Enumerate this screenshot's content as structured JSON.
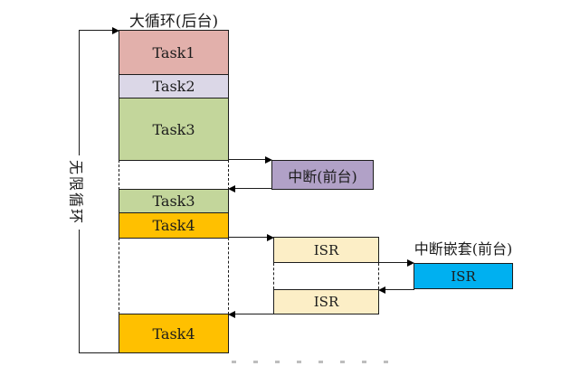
{
  "diagram": {
    "title": "大循环(后台)",
    "infinite_loop_label": "无限循环",
    "nested_interrupt_title": "中断嵌套(前台)",
    "background_tasks": {
      "task1": {
        "label": "Task1",
        "color": "#E2B0AB"
      },
      "task2": {
        "label": "Task2",
        "color": "#DBD7E7"
      },
      "task3_first": {
        "label": "Task3",
        "color": "#C3D69B"
      },
      "task3_resumed": {
        "label": "Task3",
        "color": "#C3D69B"
      },
      "task4_first": {
        "label": "Task4",
        "color": "#FFC000"
      },
      "task4_resumed": {
        "label": "Task4",
        "color": "#FFC000"
      }
    },
    "foreground": {
      "interrupt": {
        "label": "中断(前台)",
        "color": "#B1A1C7"
      },
      "isr_first": {
        "label": "ISR",
        "color": "#FCEEC6"
      },
      "isr_second": {
        "label": "ISR",
        "color": "#FCEEC6"
      },
      "isr_nested": {
        "label": "ISR",
        "color": "#00B0F0"
      }
    },
    "line_color": "#1c1c1c"
  }
}
